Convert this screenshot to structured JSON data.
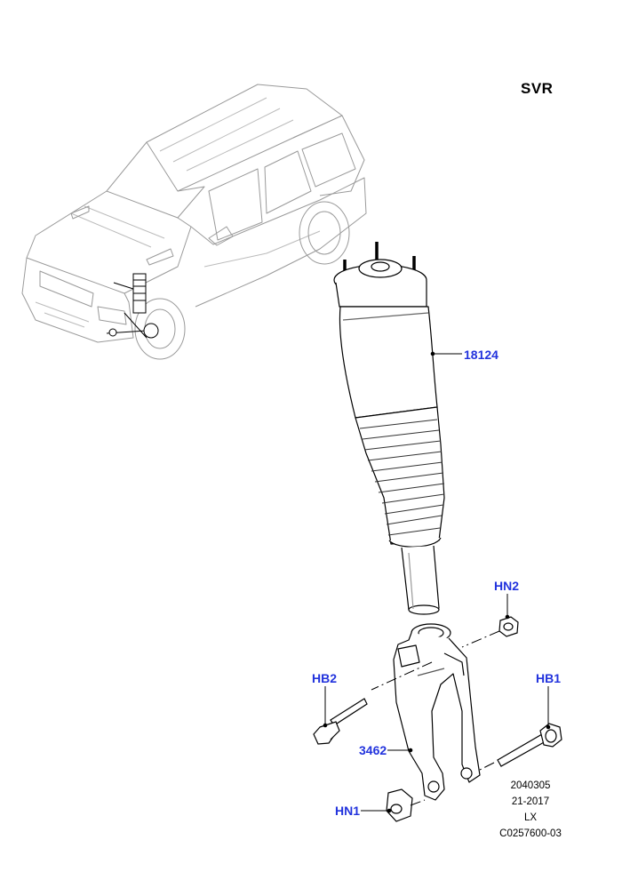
{
  "variant_label": "SVR",
  "callouts": {
    "strut": "18124",
    "nut_top": "HN2",
    "bolt_left": "HB2",
    "bolt_right": "HB1",
    "knuckle": "3462",
    "nut_bottom": "HN1"
  },
  "reference_block": {
    "code": "2040305",
    "date": "21-2017",
    "region": "LX",
    "catalog_id": "C0257600-03"
  },
  "colors": {
    "callout_text": "#2233dd",
    "line_art": "#000000",
    "vehicle_line_art": "#999999"
  }
}
